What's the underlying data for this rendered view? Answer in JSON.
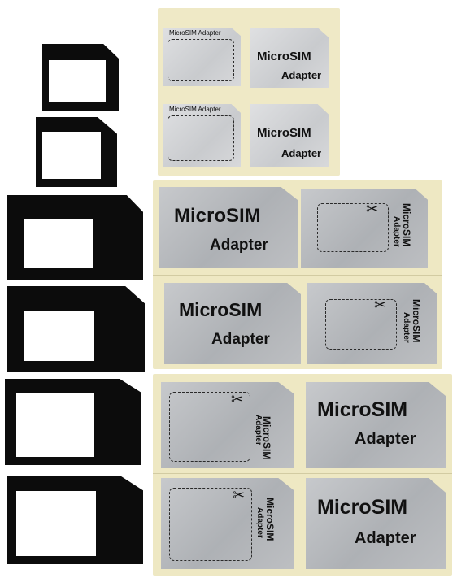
{
  "label_title": "MicroSIM",
  "label_subtitle": "Adapter",
  "label_small": "MicroSIM Adapter",
  "scissors_icon": "✂",
  "colors": {
    "adapter_frame": "#0c0c0c",
    "sticker_backing": "#eee8c3",
    "sticker_silver": "#b3b5b8"
  }
}
